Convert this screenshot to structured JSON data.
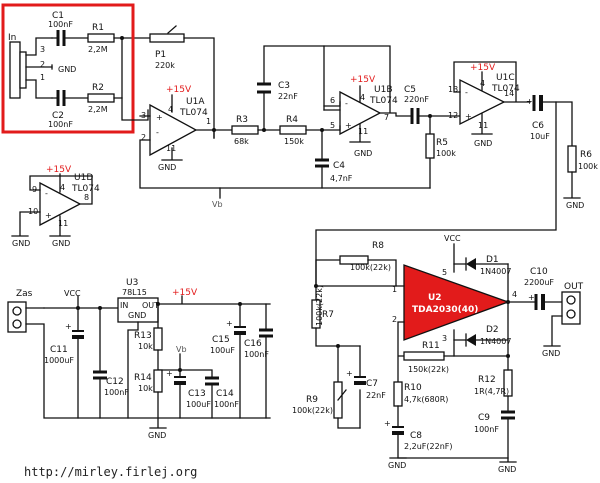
{
  "colors": {
    "accent": "#e21b1b",
    "wire": "#111111",
    "highlight": "#e21b1b"
  },
  "input": {
    "label": "In",
    "pin3": "3",
    "pin2": "2",
    "pin1": "1",
    "gnd": "GND"
  },
  "C1": {
    "name": "C1",
    "value": "100nF"
  },
  "C2": {
    "name": "C2",
    "value": "100nF"
  },
  "R1": {
    "name": "R1",
    "value": "2,2M"
  },
  "R2": {
    "name": "R2",
    "value": "2,2M"
  },
  "P1": {
    "name": "P1",
    "value": "220k"
  },
  "U1A": {
    "name": "U1A",
    "part": "TL074",
    "supply": "+15V",
    "pin_plus": "3",
    "pin_minus": "2",
    "pin_v": "4",
    "pin_g": "11",
    "pin_out": "1",
    "gnd": "GND"
  },
  "R3": {
    "name": "R3",
    "value": "68k"
  },
  "R4": {
    "name": "R4",
    "value": "150k"
  },
  "C3": {
    "name": "C3",
    "value": "22nF"
  },
  "C4": {
    "name": "C4",
    "value": "4,7nF"
  },
  "Vb1": "Vb",
  "U1B": {
    "name": "U1B",
    "part": "TL074",
    "supply": "+15V",
    "pin_plus": "5",
    "pin_minus": "6",
    "pin_v": "4",
    "pin_g": "11",
    "pin_out": "7",
    "gnd": "GND"
  },
  "C5": {
    "name": "C5",
    "value": "220nF"
  },
  "R5": {
    "name": "R5",
    "value": "100k"
  },
  "U1C": {
    "name": "U1C",
    "part": "TL074",
    "supply": "+15V",
    "pin_plus": "12",
    "pin_minus": "13",
    "pin_v": "4",
    "pin_g": "11",
    "pin_out": "14",
    "gnd": "GND"
  },
  "C6": {
    "name": "C6",
    "value": "10uF",
    "pol": "+"
  },
  "R6": {
    "name": "R6",
    "value": "100k",
    "gnd": "GND"
  },
  "U1D": {
    "name": "U1D",
    "part": "TL074",
    "supply": "+15V",
    "pin_plus": "10",
    "pin_minus": "9",
    "pin_v": "4",
    "pin_g": "11",
    "pin_out": "8",
    "gnd1": "GND",
    "gnd2": "GND"
  },
  "power": {
    "zas": "Zas",
    "vcc": "VCC",
    "plus15": "+15V",
    "vb": "Vb",
    "U3": {
      "name": "U3",
      "part": "78L15",
      "in": "IN",
      "out": "OUT",
      "gnd": "GND"
    },
    "C11": {
      "name": "C11",
      "value": "1000uF"
    },
    "C12": {
      "name": "C12",
      "value": "100nF"
    },
    "R13": {
      "name": "R13",
      "value": "10k"
    },
    "R14": {
      "name": "R14",
      "value": "10k"
    },
    "C13": {
      "name": "C13",
      "value": "100uF"
    },
    "C14": {
      "name": "C14",
      "value": "100nF"
    },
    "C15": {
      "name": "C15",
      "value": "100uF"
    },
    "C16": {
      "name": "C16",
      "value": "100nF"
    },
    "gnd": "GND",
    "plus": "+"
  },
  "amp": {
    "vcc": "VCC",
    "U2": {
      "name": "U2",
      "part": "TDA2030(40)",
      "p1": "1",
      "p2": "2",
      "p3": "3",
      "p4": "4",
      "p5": "5"
    },
    "R7": {
      "name": "R7",
      "value": "100k(22k)"
    },
    "R8": {
      "name": "R8",
      "value": "100k(22k)"
    },
    "R9": {
      "name": "R9",
      "value": "100k(22k)"
    },
    "R10": {
      "name": "R10",
      "value": "4,7k(680R)"
    },
    "R11": {
      "name": "R11",
      "value": "150k(22k)"
    },
    "R12": {
      "name": "R12",
      "value": "1R(4,7R)"
    },
    "C7": {
      "name": "C7",
      "value": "22nF"
    },
    "C8": {
      "name": "C8",
      "value": "2,2uF(22nF)"
    },
    "C9": {
      "name": "C9",
      "value": "100nF"
    },
    "C10": {
      "name": "C10",
      "value": "2200uF"
    },
    "D1": {
      "name": "D1",
      "part": "1N4007"
    },
    "D2": {
      "name": "D2",
      "part": "1N4007"
    },
    "out": "OUT",
    "gnd": "GND"
  },
  "footer_url": "http://mirley.firlej.org"
}
